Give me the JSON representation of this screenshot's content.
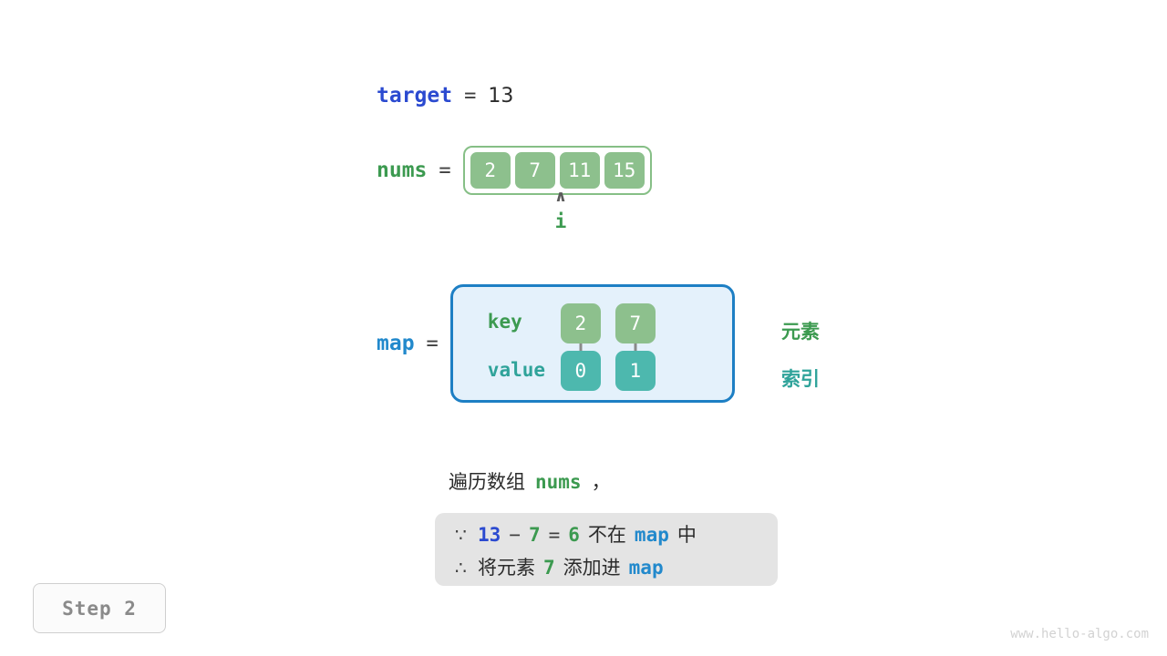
{
  "target": {
    "name": "target",
    "equals": "=",
    "value": "13"
  },
  "nums": {
    "name": "nums",
    "equals": "=",
    "cells": [
      "2",
      "7",
      "11",
      "15"
    ]
  },
  "pointer": {
    "caret": "∧",
    "label": "i",
    "index": 1
  },
  "map": {
    "name": "map",
    "equals": "=",
    "row_labels": {
      "key": "key",
      "value": "value"
    },
    "entries": [
      {
        "key": "2",
        "value": "0"
      },
      {
        "key": "7",
        "value": "1"
      }
    ],
    "annotations": {
      "element": "元素",
      "index": "索引"
    }
  },
  "caption": {
    "prefix": "遍历数组",
    "var": "nums",
    "suffix": "，"
  },
  "reasoning": {
    "line1": {
      "symbol": "∵",
      "a": "13",
      "minus": "−",
      "b": "7",
      "eq": "=",
      "result": "6",
      "text_mid": "不在",
      "map": "map",
      "text_end": "中"
    },
    "line2": {
      "symbol": "∴",
      "text_start": "将元素",
      "element": "7",
      "text_mid": "添加进",
      "map": "map"
    }
  },
  "step_badge": {
    "label": "Step 2"
  },
  "watermark": {
    "text": "www.hello-algo.com"
  },
  "colors": {
    "green": "#3c9a50",
    "green_cell": "#8dc08d",
    "teal": "#2fa39a",
    "teal_cell": "#4db8ae",
    "blue_var": "#2289cc",
    "royal_blue": "#2b4ad0",
    "map_border": "#1d7fc4",
    "map_fill": "#e4f1fb",
    "gray_box": "#e4e4e4",
    "arrow_gray": "#8a8a8a",
    "badge_text": "#8a8a8a",
    "watermark": "#d2d2d2"
  }
}
